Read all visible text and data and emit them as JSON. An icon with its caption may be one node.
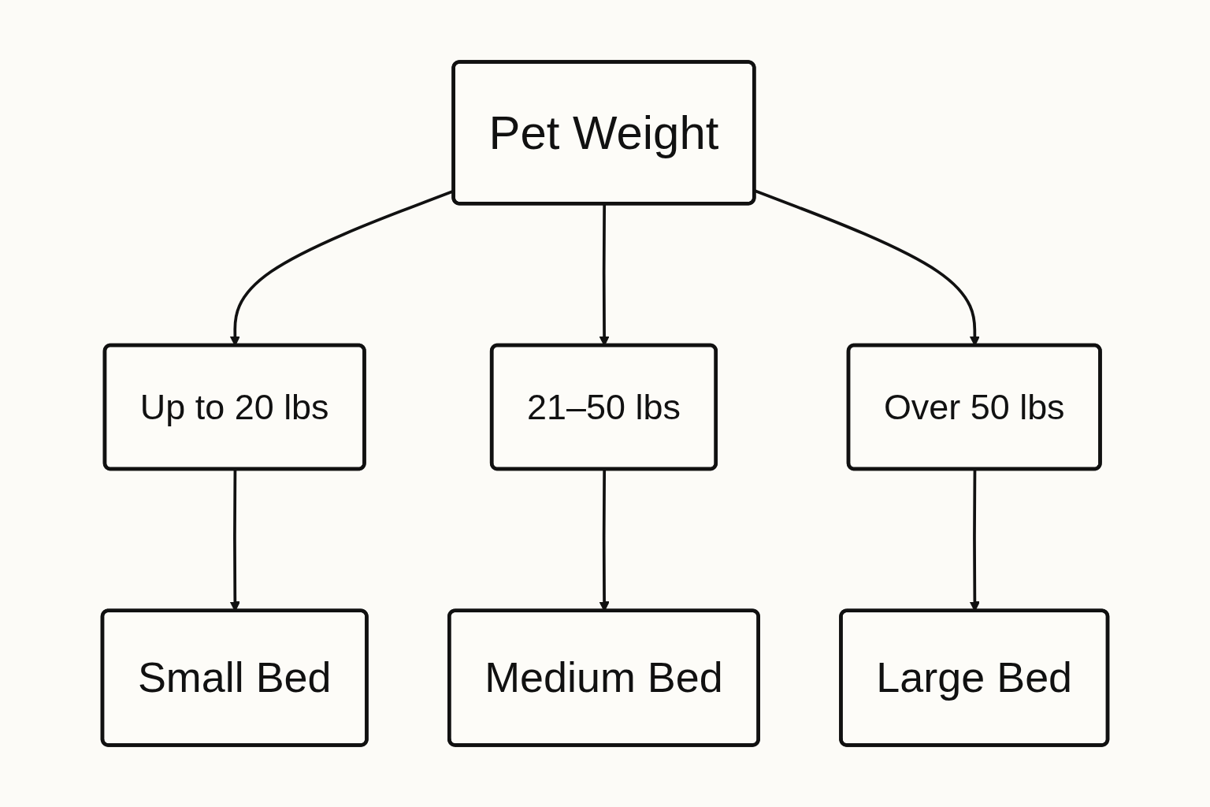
{
  "diagram": {
    "nodes": [
      {
        "text": [
          "Pet Weight"
        ]
      },
      {
        "text": [
          "Up to 20 lbs"
        ]
      },
      {
        "text": [
          "21–50 lbs"
        ]
      },
      {
        "text": [
          "Over 50 lbs"
        ]
      },
      {
        "text": [
          "Small Bed"
        ]
      },
      {
        "text": [
          "Medium Bed"
        ]
      },
      {
        "text": [
          "Large Bed"
        ]
      }
    ],
    "edges": [
      {
        "from": 0,
        "to": 1,
        "arrow": "to"
      },
      {
        "from": 0,
        "to": 2,
        "arrow": "to"
      },
      {
        "from": 0,
        "to": 3,
        "arrow": "to"
      },
      {
        "from": 1,
        "to": 4,
        "arrow": "to"
      },
      {
        "from": 2,
        "to": 5,
        "arrow": "to"
      },
      {
        "from": 3,
        "to": 6,
        "arrow": "to"
      }
    ]
  }
}
